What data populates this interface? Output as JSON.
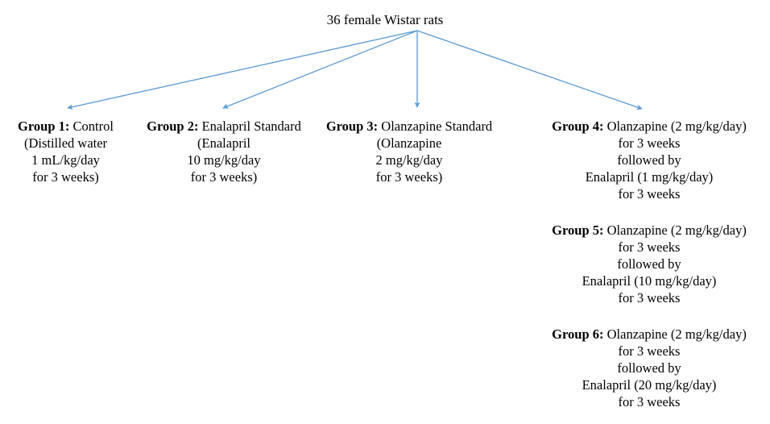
{
  "diagram": {
    "type": "flowchart",
    "orientation": "top-down",
    "background_color": "#ffffff",
    "arrow_color": "#5B9BD5",
    "text_color": "#000000",
    "root": {
      "label": "36 female Wistar rats",
      "subject_count": 36,
      "sex": "female",
      "strain": "Wistar",
      "species": "rats"
    },
    "branch_count": 4,
    "group_count": 6
  },
  "groups": [
    {
      "label": "Group 1:",
      "name": "Control",
      "lines": [
        "(Distilled water",
        "1 mL/kg/day",
        "for 3 weeks)"
      ],
      "column": 1
    },
    {
      "label": "Group 2:",
      "name": "Enalapril Standard",
      "lines": [
        "(Enalapril",
        "10 mg/kg/day",
        "for 3 weeks)"
      ],
      "column": 2
    },
    {
      "label": "Group 3:",
      "name": "Olanzapine Standard",
      "lines": [
        "(Olanzapine",
        "2 mg/kg/day",
        "for 3 weeks)"
      ],
      "column": 3
    },
    {
      "label": "Group 4:",
      "name": "Olanzapine (2 mg/kg/day)",
      "lines": [
        "for 3 weeks",
        "followed by",
        "Enalapril (1 mg/kg/day)",
        "for 3 weeks"
      ],
      "column": 4
    },
    {
      "label": "Group 5:",
      "name": "Olanzapine (2 mg/kg/day)",
      "lines": [
        "for 3 weeks",
        "followed by",
        "Enalapril (10 mg/kg/day)",
        "for 3 weeks"
      ],
      "column": 4
    },
    {
      "label": "Group 6:",
      "name": "Olanzapine (2 mg/kg/day)",
      "lines": [
        "for 3 weeks",
        "followed by",
        "Enalapril (20 mg/kg/day)",
        "for 3 weeks"
      ],
      "column": 4
    }
  ]
}
